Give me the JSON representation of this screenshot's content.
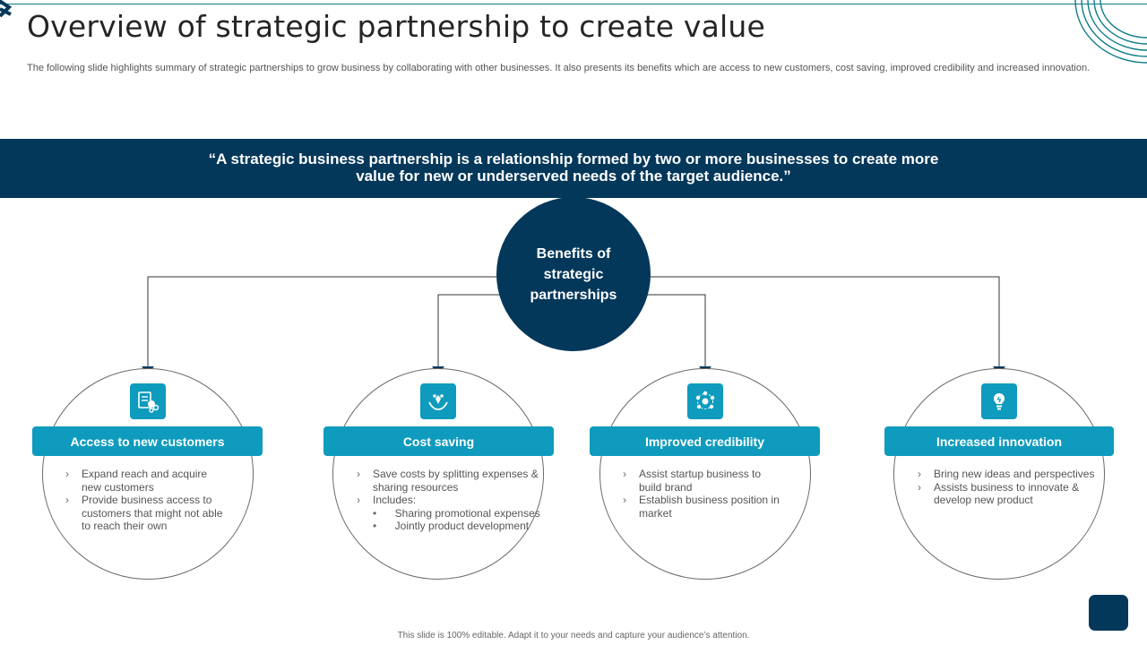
{
  "header": {
    "title": "Overview of strategic partnership to create value",
    "subtitle": "The following slide highlights summary of strategic partnerships to grow business by collaborating with other businesses. It also presents its benefits which are access to new customers, cost saving, improved credibility and increased innovation."
  },
  "banner": {
    "quote": "“A strategic business partnership is a relationship formed by two or more businesses to create more value for new or underserved needs of the target audience.”"
  },
  "hub": {
    "label": "Benefits of strategic partnerships"
  },
  "benefits": [
    {
      "title": "Access to new customers",
      "icon": "customer-report-icon",
      "bullets": [
        "Expand reach and acquire new customers",
        "Provide business access to customers that might not able to reach their own"
      ]
    },
    {
      "title": "Cost saving",
      "icon": "hands-saving-icon",
      "bullets": [
        "Save costs by splitting expenses & sharing resources",
        "Includes:"
      ],
      "sub_bullets": [
        "Sharing promotional expenses",
        "Jointly product development"
      ]
    },
    {
      "title": "Improved credibility",
      "icon": "network-people-icon",
      "bullets": [
        "Assist startup business to build brand",
        "Establish business position in market"
      ]
    },
    {
      "title": "Increased innovation",
      "icon": "lightbulb-icon",
      "bullets": [
        "Bring new ideas and perspectives",
        "Assists business to innovate & develop new product"
      ]
    }
  ],
  "footer": {
    "text": "This slide is 100% editable. Adapt it to your needs and capture your audience’s attention."
  },
  "colors": {
    "navy": "#04385a",
    "teal": "#0e9bbd",
    "accent_line": "#0e7c86"
  }
}
